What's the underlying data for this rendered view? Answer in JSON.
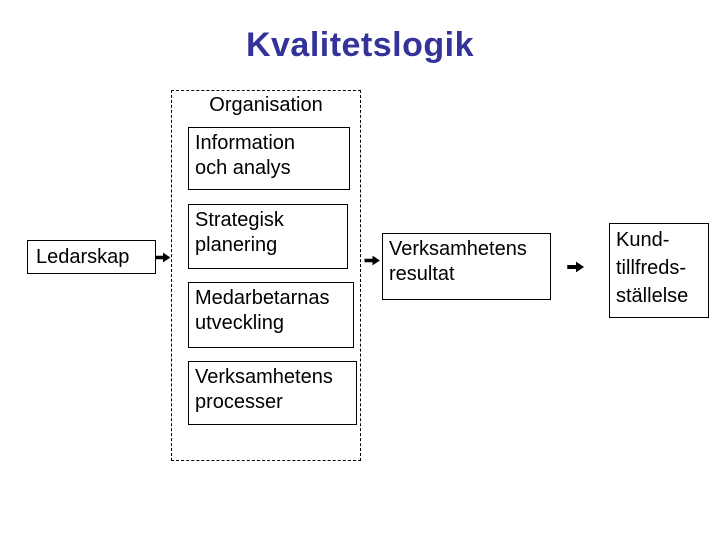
{
  "slide": {
    "title": "Kvalitetslogik",
    "title_color": "#333399",
    "background_color": "#ffffff",
    "text_color": "#000000",
    "box_border_color": "#000000"
  },
  "diagram": {
    "organisation_group": {
      "label": "Organisation",
      "border_style": "dashed",
      "boxes": [
        {
          "lines": [
            "Information",
            "och analys"
          ]
        },
        {
          "lines": [
            "Strategisk",
            "planering"
          ]
        },
        {
          "lines": [
            "Medarbetarnas",
            "utveckling"
          ]
        },
        {
          "lines": [
            "Verksamhetens",
            "processer"
          ]
        }
      ]
    },
    "ledarskap_box": {
      "lines": [
        "Ledarskap"
      ]
    },
    "resultat_box": {
      "lines": [
        "Verksamhetens",
        "resultat"
      ]
    },
    "kund_box": {
      "lines": [
        "Kund-",
        "tillfreds-",
        "ställelse"
      ]
    },
    "connectors": [
      {
        "icon": "right-arrow-icon",
        "from": "ledarskap",
        "to": "organisation"
      },
      {
        "icon": "right-arrow-icon",
        "from": "organisation",
        "to": "verksamhetens-resultat"
      },
      {
        "icon": "right-arrow-icon",
        "from": "verksamhetens-resultat",
        "to": "kundtillfredsstallelse"
      }
    ]
  }
}
